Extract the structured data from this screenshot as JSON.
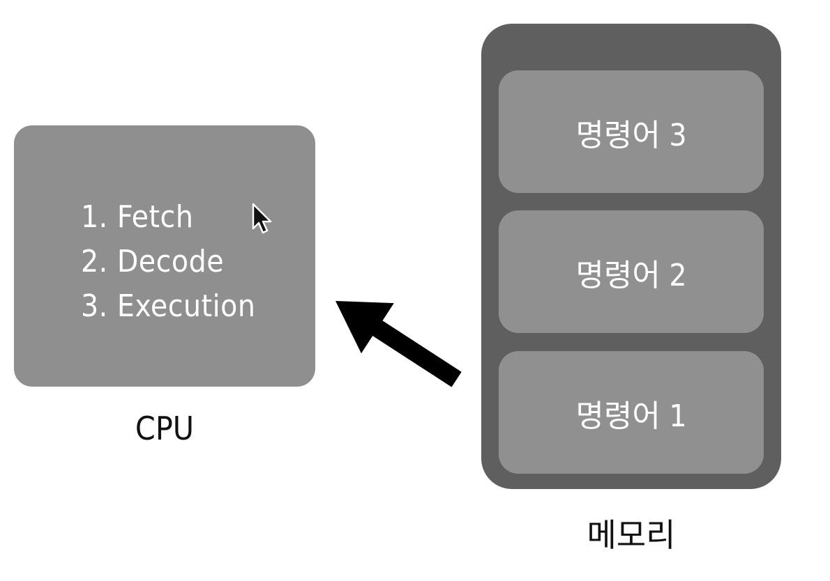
{
  "cpu": {
    "steps": [
      "1. Fetch",
      "2. Decode",
      "3. Execution"
    ],
    "label": "CPU"
  },
  "memory": {
    "label": "메모리",
    "slots": [
      "명령어 3",
      "명령어 2",
      "명령어 1"
    ]
  },
  "icons": {
    "arrow": "arrow-icon",
    "cursor": "mouse-cursor-icon"
  },
  "colors": {
    "cpu_box": "#8f8f8f",
    "memory_box": "#5f5f5f",
    "memory_slot": "#909090",
    "arrow": "#000000",
    "text_on_box": "#ffffff",
    "label_text": "#111111"
  }
}
